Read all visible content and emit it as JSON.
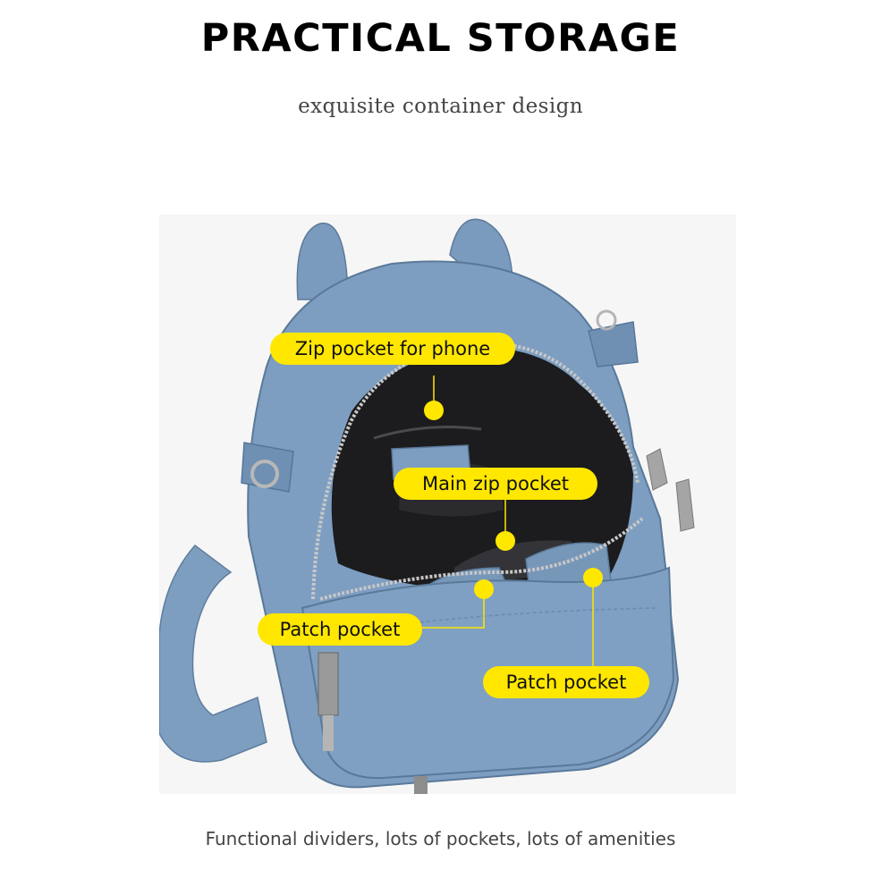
{
  "headline": "PRACTICAL STORAGE",
  "subheadline": "exquisite container design",
  "callouts": {
    "zip_pocket_phone": "Zip pocket for phone",
    "main_zip_pocket": "Main zip pocket",
    "patch_pocket_left": "Patch pocket",
    "patch_pocket_right": "Patch pocket"
  },
  "caption": "Functional dividers, lots of pockets, lots of amenities",
  "colors": {
    "callout_yellow": "#ffe700",
    "bag_blue": "#7a9bbd",
    "lining_dark": "#1c1c1e"
  }
}
